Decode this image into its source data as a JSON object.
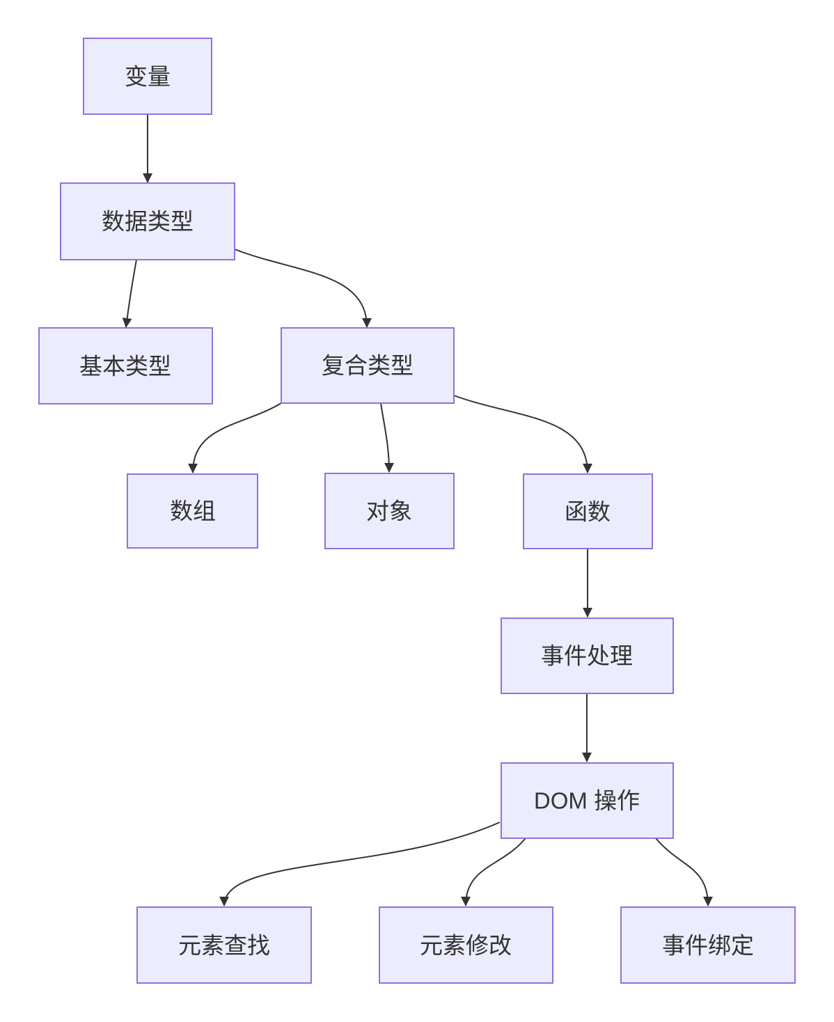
{
  "diagram": {
    "type": "flowchart",
    "direction": "top-down",
    "colors": {
      "background": "#FFFFFF",
      "node_fill": "#ECECFF",
      "node_border": "#9370DB",
      "edge_color": "#333333",
      "text_color": "#333333"
    },
    "nodes": [
      {
        "id": "variable",
        "label": "变量"
      },
      {
        "id": "data-type",
        "label": "数据类型"
      },
      {
        "id": "basic-type",
        "label": "基本类型"
      },
      {
        "id": "composite-type",
        "label": "复合类型"
      },
      {
        "id": "array",
        "label": "数组"
      },
      {
        "id": "object",
        "label": "对象"
      },
      {
        "id": "function",
        "label": "函数"
      },
      {
        "id": "event-handling",
        "label": "事件处理"
      },
      {
        "id": "dom-operations",
        "label": "DOM 操作"
      },
      {
        "id": "element-find",
        "label": "元素查找"
      },
      {
        "id": "element-modify",
        "label": "元素修改"
      },
      {
        "id": "event-binding",
        "label": "事件绑定"
      }
    ],
    "edges": [
      {
        "from": "variable",
        "to": "data-type"
      },
      {
        "from": "data-type",
        "to": "basic-type"
      },
      {
        "from": "data-type",
        "to": "composite-type"
      },
      {
        "from": "composite-type",
        "to": "array"
      },
      {
        "from": "composite-type",
        "to": "object"
      },
      {
        "from": "composite-type",
        "to": "function"
      },
      {
        "from": "function",
        "to": "event-handling"
      },
      {
        "from": "event-handling",
        "to": "dom-operations"
      },
      {
        "from": "dom-operations",
        "to": "element-find"
      },
      {
        "from": "dom-operations",
        "to": "element-modify"
      },
      {
        "from": "dom-operations",
        "to": "event-binding"
      }
    ]
  }
}
